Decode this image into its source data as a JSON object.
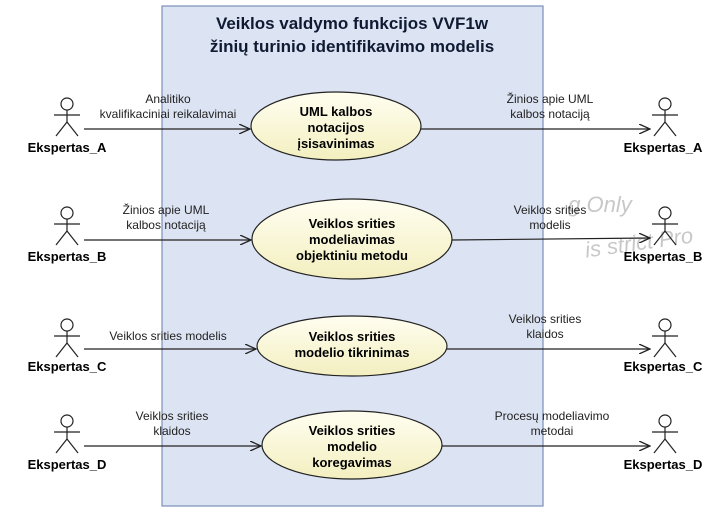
{
  "title": {
    "line1": "Veiklos valdymo funkcijos VVF1w",
    "line2": "žinių turinio identifikavimo modelis"
  },
  "watermark": {
    "line1": "g Only",
    "line2": "is strict Pro"
  },
  "colors": {
    "boundary_fill": "#dce3f2",
    "boundary_stroke": "#7b8fb8",
    "usecase_fill": "#fbf8d8",
    "usecase_stroke": "#222222"
  },
  "actors": {
    "left_a": "Ekspertas_A",
    "right_a": "Ekspertas_A",
    "left_b": "Ekspertas_B",
    "right_b": "Ekspertas_B",
    "left_c": "Ekspertas_C",
    "right_c": "Ekspertas_C",
    "left_d": "Ekspertas_D",
    "right_d": "Ekspertas_D"
  },
  "usecases": {
    "uc1": [
      "UML kalbos",
      "notacijos",
      "įsisavinimas"
    ],
    "uc2": [
      "Veiklos srities",
      "modeliavimas",
      "objektiniu metodu"
    ],
    "uc3": [
      "Veiklos srities",
      "modelio tikrinimas"
    ],
    "uc4": [
      "Veiklos srities",
      "modelio",
      "koregavimas"
    ]
  },
  "flows": {
    "in1": [
      "Analitiko",
      "kvalifikaciniai reikalavimai"
    ],
    "out1": [
      "Žinios apie UML",
      "kalbos notaciją"
    ],
    "in2": [
      "Žinios apie UML",
      "kalbos notaciją"
    ],
    "out2": [
      "Veiklos srities",
      "modelis"
    ],
    "in3": [
      "Veiklos srities modelis"
    ],
    "out3": [
      "Veiklos srities",
      "klaidos"
    ],
    "in4": [
      "Veiklos srities",
      "klaidos"
    ],
    "out4": [
      "Procesų modeliavimo",
      "metodai"
    ]
  }
}
